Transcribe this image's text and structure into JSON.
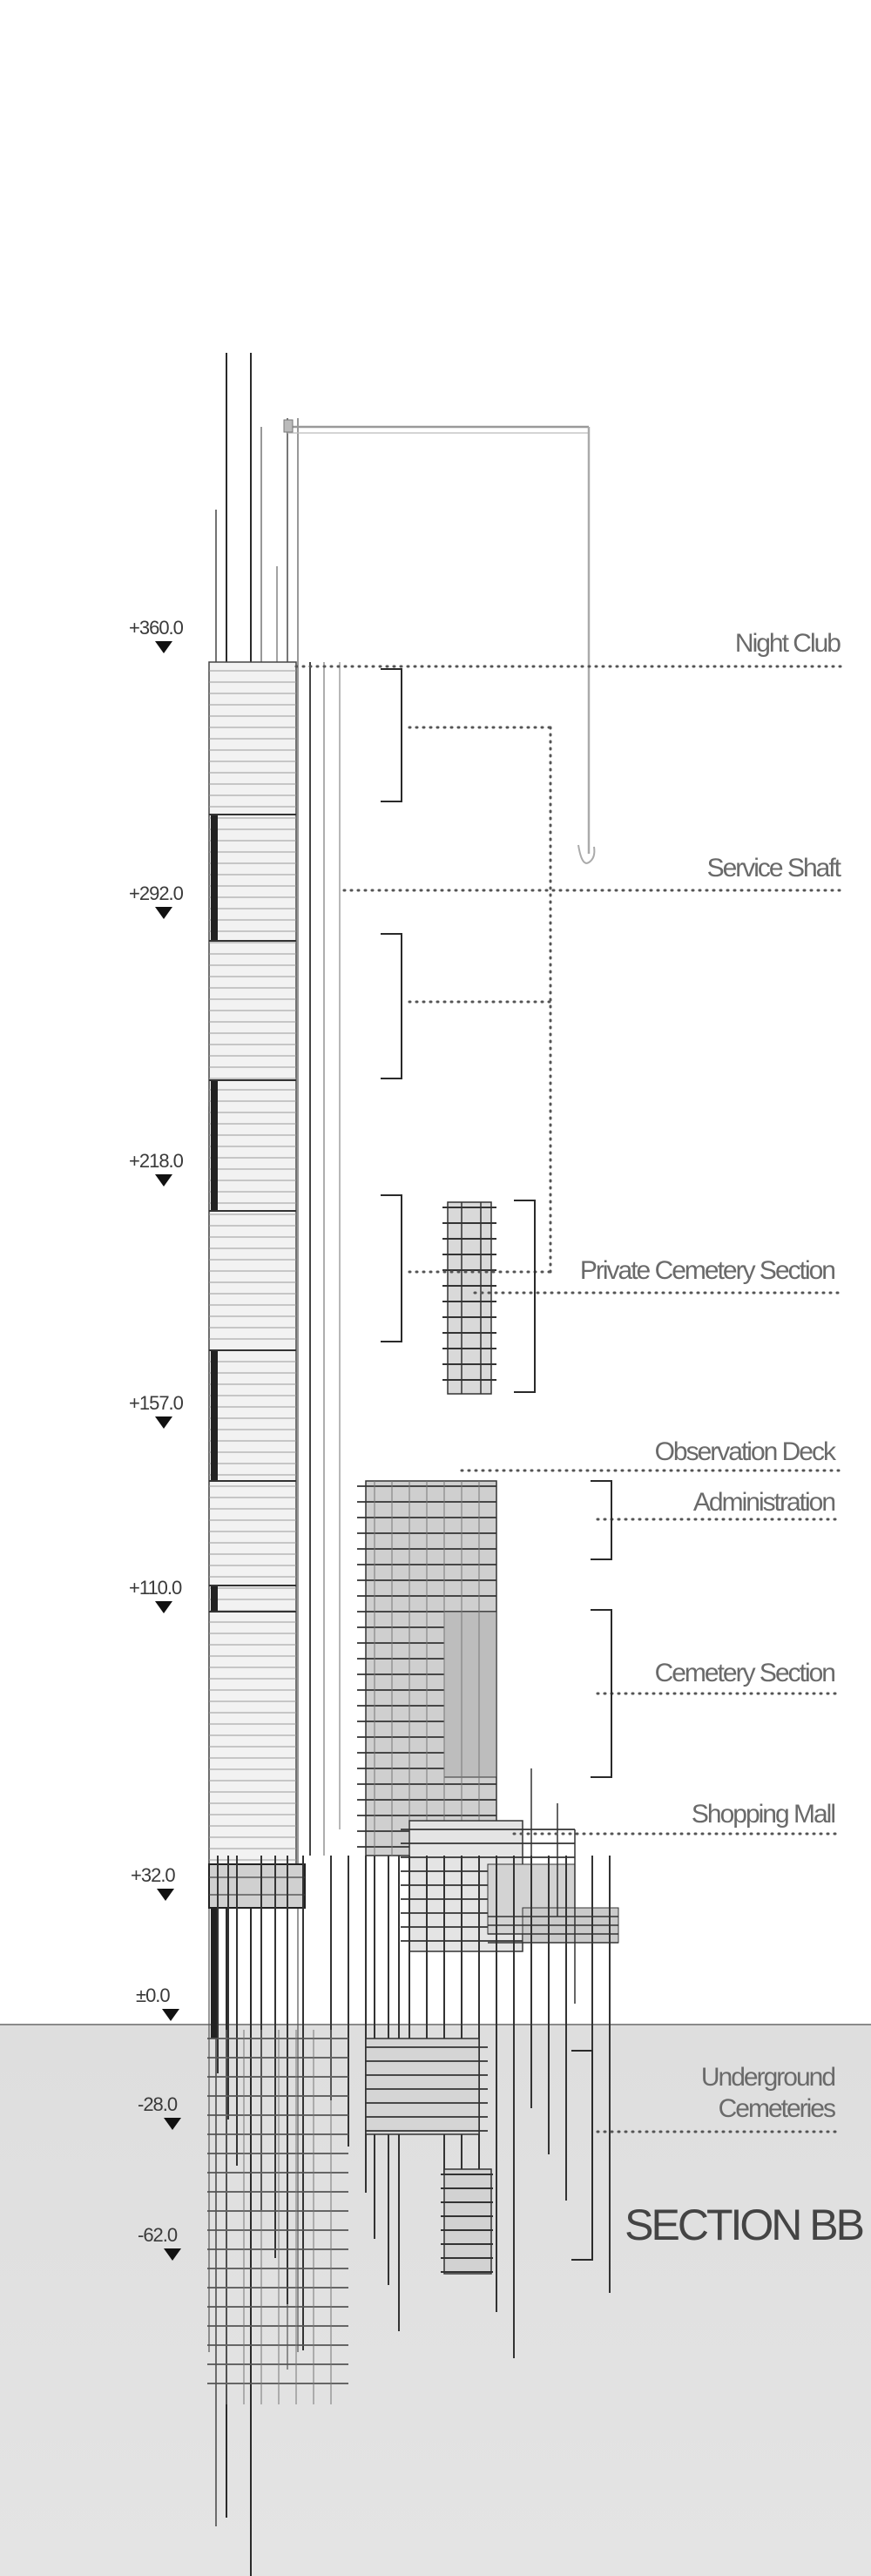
{
  "elevations": [
    {
      "id": "e360",
      "text": "+360.0"
    },
    {
      "id": "e292",
      "text": "+292.0"
    },
    {
      "id": "e218",
      "text": "+218.0"
    },
    {
      "id": "e157",
      "text": "+157.0"
    },
    {
      "id": "e110",
      "text": "+110.0"
    },
    {
      "id": "e32",
      "text": "+32.0"
    },
    {
      "id": "e0",
      "text": "±0.0"
    },
    {
      "id": "em28",
      "text": "-28.0"
    },
    {
      "id": "em62",
      "text": "-62.0"
    }
  ],
  "labels": {
    "night_club": "Night Club",
    "service_shaft": "Service Shaft",
    "private_cemetery": "Private Cemetery Section",
    "observation_deck": "Observation Deck",
    "administration": "Administration",
    "cemetery_section": "Cemetery Section",
    "shopping_mall": "Shopping Mall",
    "underground_1": "Underground",
    "underground_2": "Cemeteries"
  },
  "title": "SECTION BB",
  "colors": {
    "line": "#2a2a2a",
    "leader": "#555555",
    "fill": "#d6d6d6",
    "ground": "#e0e0e0"
  }
}
